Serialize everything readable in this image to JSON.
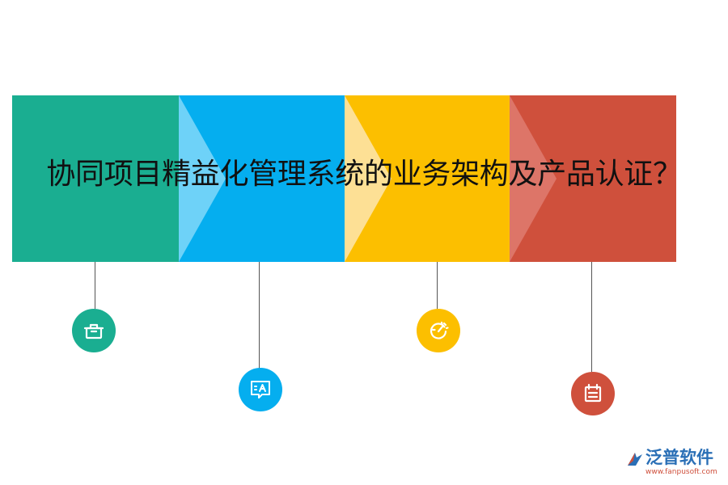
{
  "title": "协同项目精益化管理系统的业务架构及产品认证？",
  "colors": {
    "green": "#1aae91",
    "blue": "#05aeef",
    "yellow": "#fcbf00",
    "red": "#cf503c"
  },
  "icons": {
    "step_1": "briefcase-icon",
    "step_2": "chat-text-icon",
    "step_3": "timer-icon",
    "step_4": "calendar-icon"
  },
  "logo": {
    "name": "泛普软件",
    "url": "www.fanpusoft.com"
  }
}
